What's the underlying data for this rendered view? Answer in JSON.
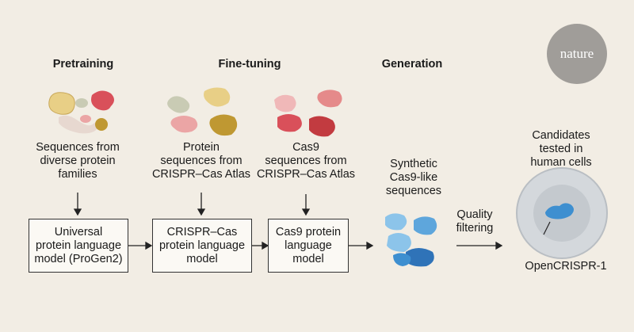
{
  "brand": {
    "logo_text": "nature"
  },
  "stages": {
    "pretraining": "Pretraining",
    "finetuning": "Fine-tuning",
    "generation": "Generation"
  },
  "labels": {
    "diverse": "Sequences from\ndiverse protein\nfamilies",
    "protein_atlas": "Protein\nsequences from\nCRISPR–Cas Atlas",
    "cas9_atlas": "Cas9\nsequences from\nCRISPR–Cas Atlas",
    "synthetic": "Synthetic\nCas9-like\nsequences",
    "candidates": "Candidates\ntested in\nhuman cells",
    "quality": "Quality\nfiltering",
    "opencrispr": "OpenCRISPR-1"
  },
  "models": {
    "universal": "Universal\nprotein language\nmodel (ProGen2)",
    "crispr": "CRISPR–Cas\nprotein language\nmodel",
    "cas9": "Cas9 protein\nlanguage\nmodel"
  },
  "colors": {
    "background": "#f2ede4",
    "pretrain_yellow": "#e8cf86",
    "pretrain_red": "#d9505a",
    "pink": "#eba5a5",
    "sage": "#c9cbb4",
    "gold": "#bf9832",
    "cas9_red": "#c23b40",
    "blue": "#3e8fd0",
    "light_blue": "#8cc4ea",
    "cell": "#d4d8dc"
  }
}
